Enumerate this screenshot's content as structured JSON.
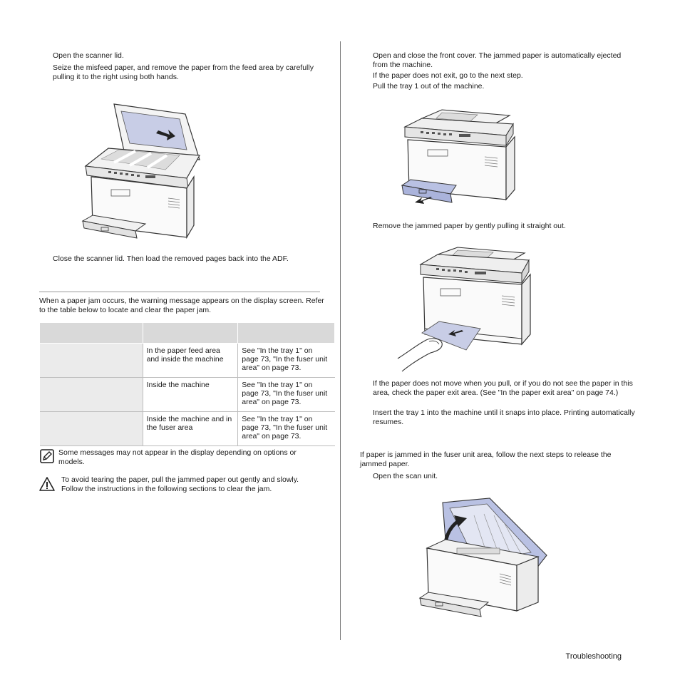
{
  "left": {
    "steps": [
      "Open the scanner lid.",
      "Seize the misfeed paper, and remove the paper from the feed area by carefully pulling it to the right using both hands.",
      "Close the scanner lid. Then load the removed pages back into the ADF."
    ],
    "intro": "When a paper jam occurs, the warning message appears on the display screen. Refer to the table below to locate and clear the paper jam.",
    "table": {
      "headers": [
        "",
        "",
        ""
      ],
      "rows": [
        [
          "",
          "In the paper feed area and inside the machine",
          "See  \"In the tray 1\" on page 73, \"In the fuser unit area\" on page 73."
        ],
        [
          "",
          "Inside the machine",
          "See  \"In the tray 1\" on page 73, \"In the fuser unit area\" on page 73."
        ],
        [
          "",
          "Inside the machine and in the fuser area",
          "See  \"In the tray 1\" on page 73, \"In the fuser unit area\" on page 73."
        ]
      ]
    },
    "note": "Some messages may not appear in the display depending on options or models.",
    "caution": "To avoid tearing the paper, pull the jammed paper out gently and slowly. Follow the instructions in the following sections to clear the jam."
  },
  "right": {
    "step1": "Open and close the front cover. The jammed paper is automatically ejected from the machine.",
    "step1b": "If the paper does not exit, go to the next step.",
    "step2": "Pull the tray 1 out of the machine.",
    "step3": "Remove the jammed paper by gently pulling it straight out.",
    "step3b": "If the paper does not move when you pull, or if you do not see the paper in this area, check the paper exit area. (See \"In the paper exit area\" on page 74.)",
    "step4": "Insert the tray 1 into the machine until it snaps into place. Printing automatically resumes.",
    "fuser_intro": "If paper is jammed in the fuser unit area, follow the next steps to release the jammed paper.",
    "fuser_step1": "Open the scan unit."
  },
  "footer": {
    "section": "Troubleshooting"
  },
  "icons": {
    "note": "note-pencil-icon",
    "caution": "warning-triangle-icon"
  },
  "colors": {
    "paper_fill": "#c8cde6",
    "scan_unit_fill": "#b9c1e3",
    "table_header": "#d9d9d9"
  }
}
